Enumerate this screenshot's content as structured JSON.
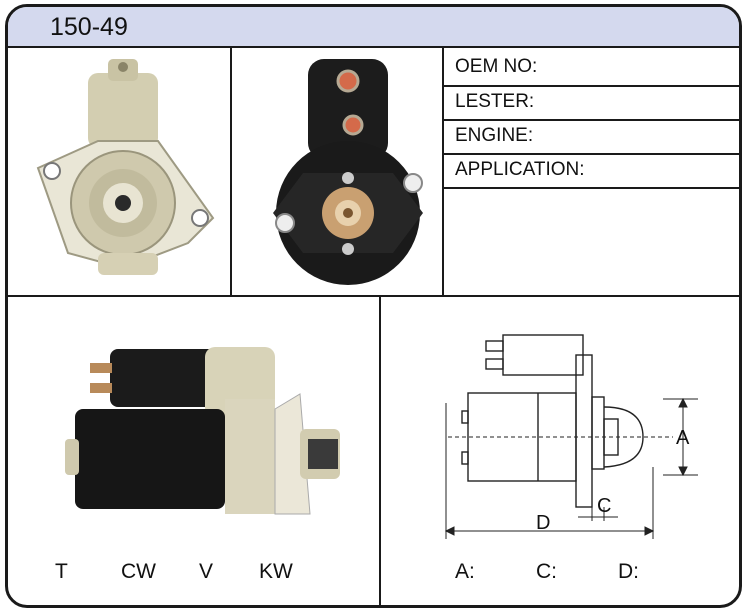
{
  "title": "150-49",
  "specs": [
    {
      "label": "OEM NO:"
    },
    {
      "label": "LESTER:"
    },
    {
      "label": "ENGINE:"
    },
    {
      "label": "APPLICATION:"
    }
  ],
  "rotation": [
    "T",
    "CW",
    "V",
    "KW"
  ],
  "dims_footer": [
    "A:",
    "C:",
    "D:"
  ],
  "diagram_labels": {
    "a": "A",
    "c": "C",
    "d": "D"
  },
  "colors": {
    "header_bg": "#d4d9ee",
    "border": "#1a1a1a",
    "housing": "#d8d3b8",
    "motor": "#1b1b1b"
  }
}
